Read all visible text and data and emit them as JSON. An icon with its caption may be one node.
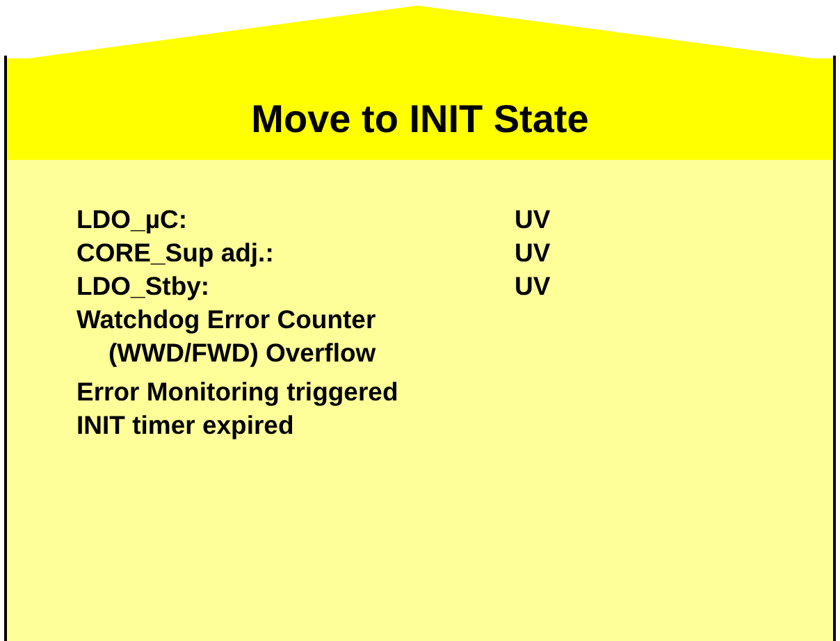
{
  "diagram": {
    "nodes": [
      {
        "text": [
          "Move to INIT State"
        ]
      }
    ],
    "labels": [
      "LDO_µC:",
      "UV",
      "CORE_Sup adj.:",
      "UV",
      "LDO_Stby:",
      "UV",
      "Watchdog Error Counter (WWD/FWD) Overflow",
      "Error Monitoring triggered",
      "INIT timer expired"
    ]
  }
}
